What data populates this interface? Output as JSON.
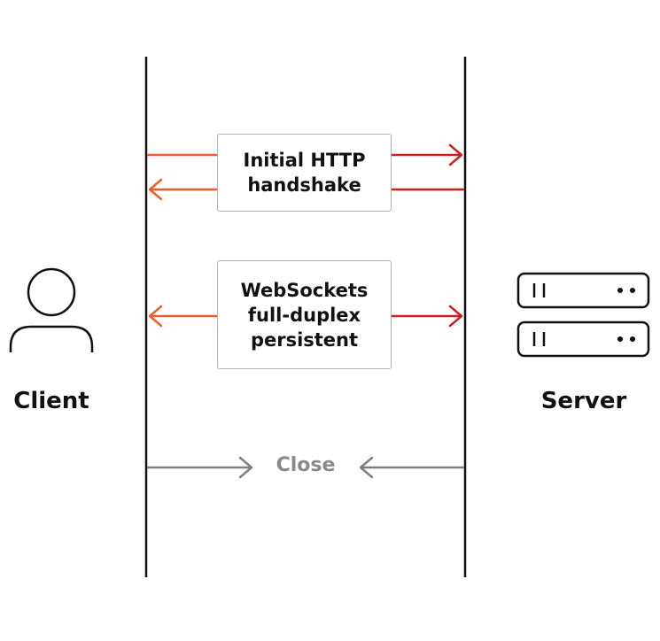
{
  "client": {
    "label": "Client",
    "icon": "user-icon"
  },
  "server": {
    "label": "Server",
    "icon": "server-icon"
  },
  "handshake": {
    "line1": "Initial HTTP",
    "line2": "handshake"
  },
  "websockets": {
    "line1": "WebSockets",
    "line2": "full-duplex",
    "line3": "persistent"
  },
  "close": {
    "label": "Close"
  },
  "colors": {
    "lifeline": "#111111",
    "arrow_orange": "#e8602c",
    "arrow_red": "#cc2121",
    "close_gray": "#808080",
    "box_border": "#b3b3b3"
  }
}
